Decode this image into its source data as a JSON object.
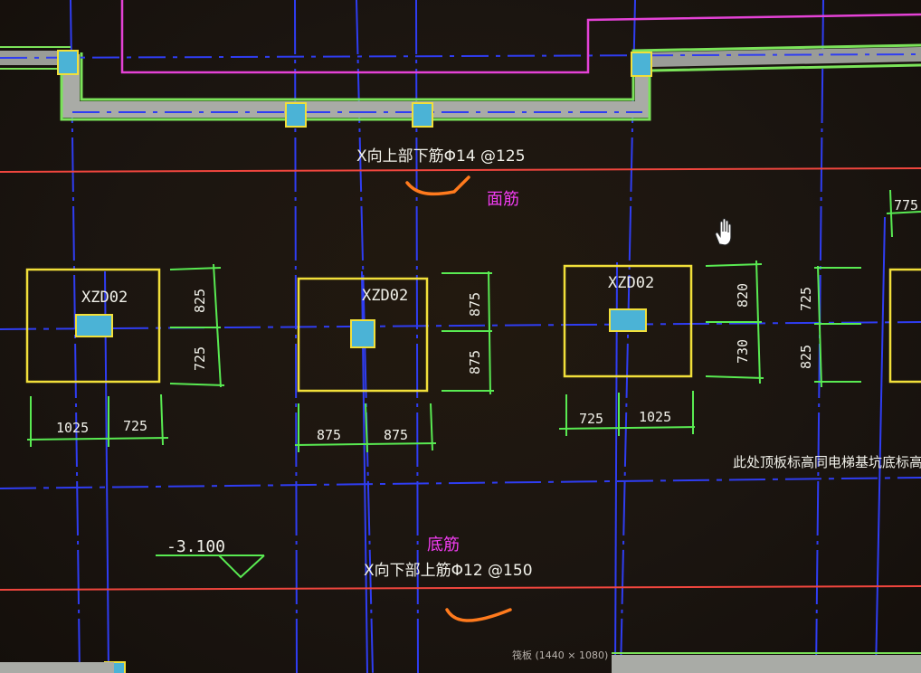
{
  "colors": {
    "background": "#1b1510",
    "axis_blue": "#2f3df2",
    "wall_gray": "#a9aba6",
    "wall_green": "#7be35a",
    "magenta_line": "#e442d6",
    "red_line": "#f0463e",
    "footing_yellow": "#f1df3a",
    "column_cyan": "#4bb3d6",
    "dim_green": "#59ea52",
    "orange_mark": "#ff7a1d",
    "annotation_pink": "#f03cf0"
  },
  "drawing": {
    "rebar_top_note": "X向上部下筋Φ14 @125",
    "rebar_bottom_note": "X向下部上筋Φ12 @150",
    "side_note": "此处顶板标高同电梯基坑底标高",
    "elevation": "-3.100",
    "footings": [
      {
        "tag": "XZD02",
        "dims_v": [
          "825",
          "725"
        ],
        "dims_h": [
          "1025",
          "725"
        ]
      },
      {
        "tag": "XZD02",
        "dims_v": [
          "875",
          "875"
        ],
        "dims_h": [
          "875",
          "875"
        ]
      },
      {
        "tag": "XZD02",
        "dims_v": [
          "820",
          "730"
        ],
        "dims_h": [
          "725",
          "1025"
        ]
      },
      {
        "tag": "",
        "dims_v": [
          "725",
          "825"
        ],
        "dims_h": []
      }
    ],
    "edge_dim": "775"
  },
  "annotations": {
    "top_bar_label": "面筋",
    "bottom_bar_label": "底筋"
  },
  "viewer": {
    "caption": "筏板 (1440 × 1080)",
    "cursor_icon": "hand-icon"
  }
}
